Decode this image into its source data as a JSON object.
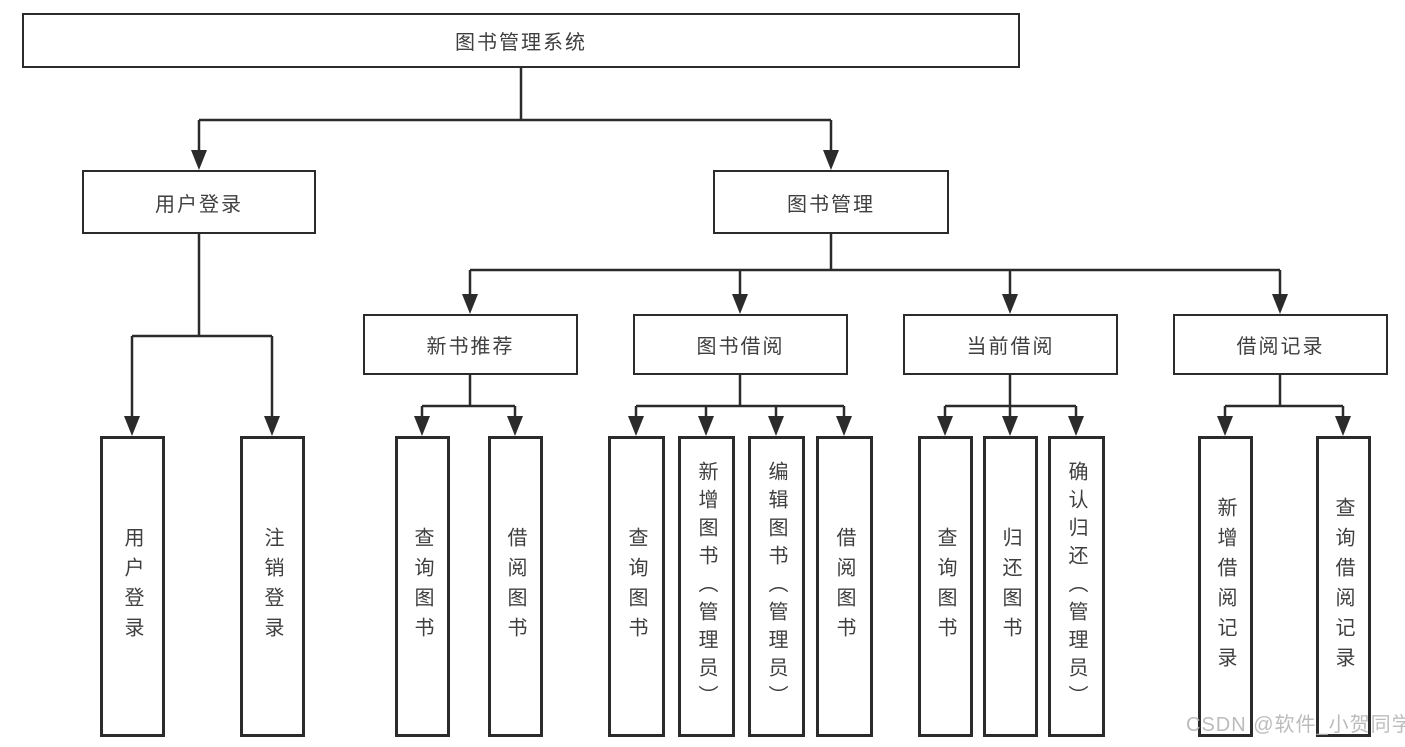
{
  "diagram": {
    "title": "图书管理系统",
    "watermark": "CSDN @软件_小贺同学",
    "colors": {
      "line": "#2b2b2b",
      "box_border": "#2b2b2b",
      "text": "#3f3f3f",
      "background": "#ffffff",
      "watermark": "#b5b5b5"
    },
    "root": {
      "label": "图书管理系统"
    },
    "level2": [
      {
        "label": "用户登录"
      },
      {
        "label": "图书管理"
      }
    ],
    "level3": [
      {
        "label": "新书推荐"
      },
      {
        "label": "图书借阅"
      },
      {
        "label": "当前借阅"
      },
      {
        "label": "借阅记录"
      }
    ],
    "leaves": [
      {
        "label": "用户登录"
      },
      {
        "label": "注销登录"
      },
      {
        "label": "查询图书"
      },
      {
        "label": "借阅图书"
      },
      {
        "label": "查询图书"
      },
      {
        "label": "新增图书（管理员）"
      },
      {
        "label": "编辑图书（管理员）"
      },
      {
        "label": "借阅图书"
      },
      {
        "label": "查询图书"
      },
      {
        "label": "归还图书"
      },
      {
        "label": "确认归还（管理员）"
      },
      {
        "label": "新增借阅记录"
      },
      {
        "label": "查询借阅记录"
      }
    ]
  }
}
